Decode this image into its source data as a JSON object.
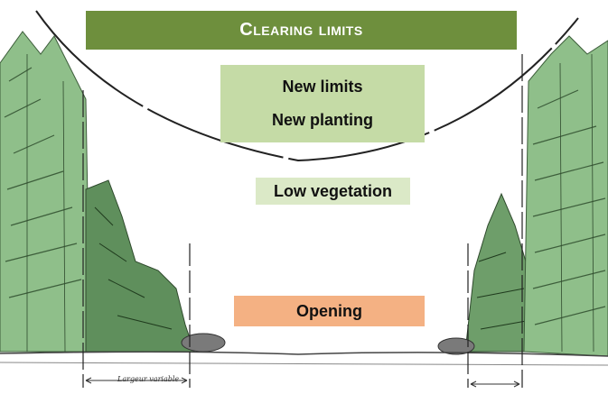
{
  "title": "Clearing limits",
  "labels": {
    "new_limits": "New limits",
    "new_planting": "New planting",
    "low_vegetation": "Low vegetation",
    "opening": "Opening"
  },
  "annotations": {
    "width_note": "Largeur variable"
  },
  "colors": {
    "title_banner": "#6e8f3d",
    "limits_box": "#c5dba6",
    "low_vegetation_box": "#dbe9c7",
    "opening_box": "#f4b183",
    "tree_fill": "#8fbf8a",
    "shrub_fill": "#5f8f5c"
  }
}
